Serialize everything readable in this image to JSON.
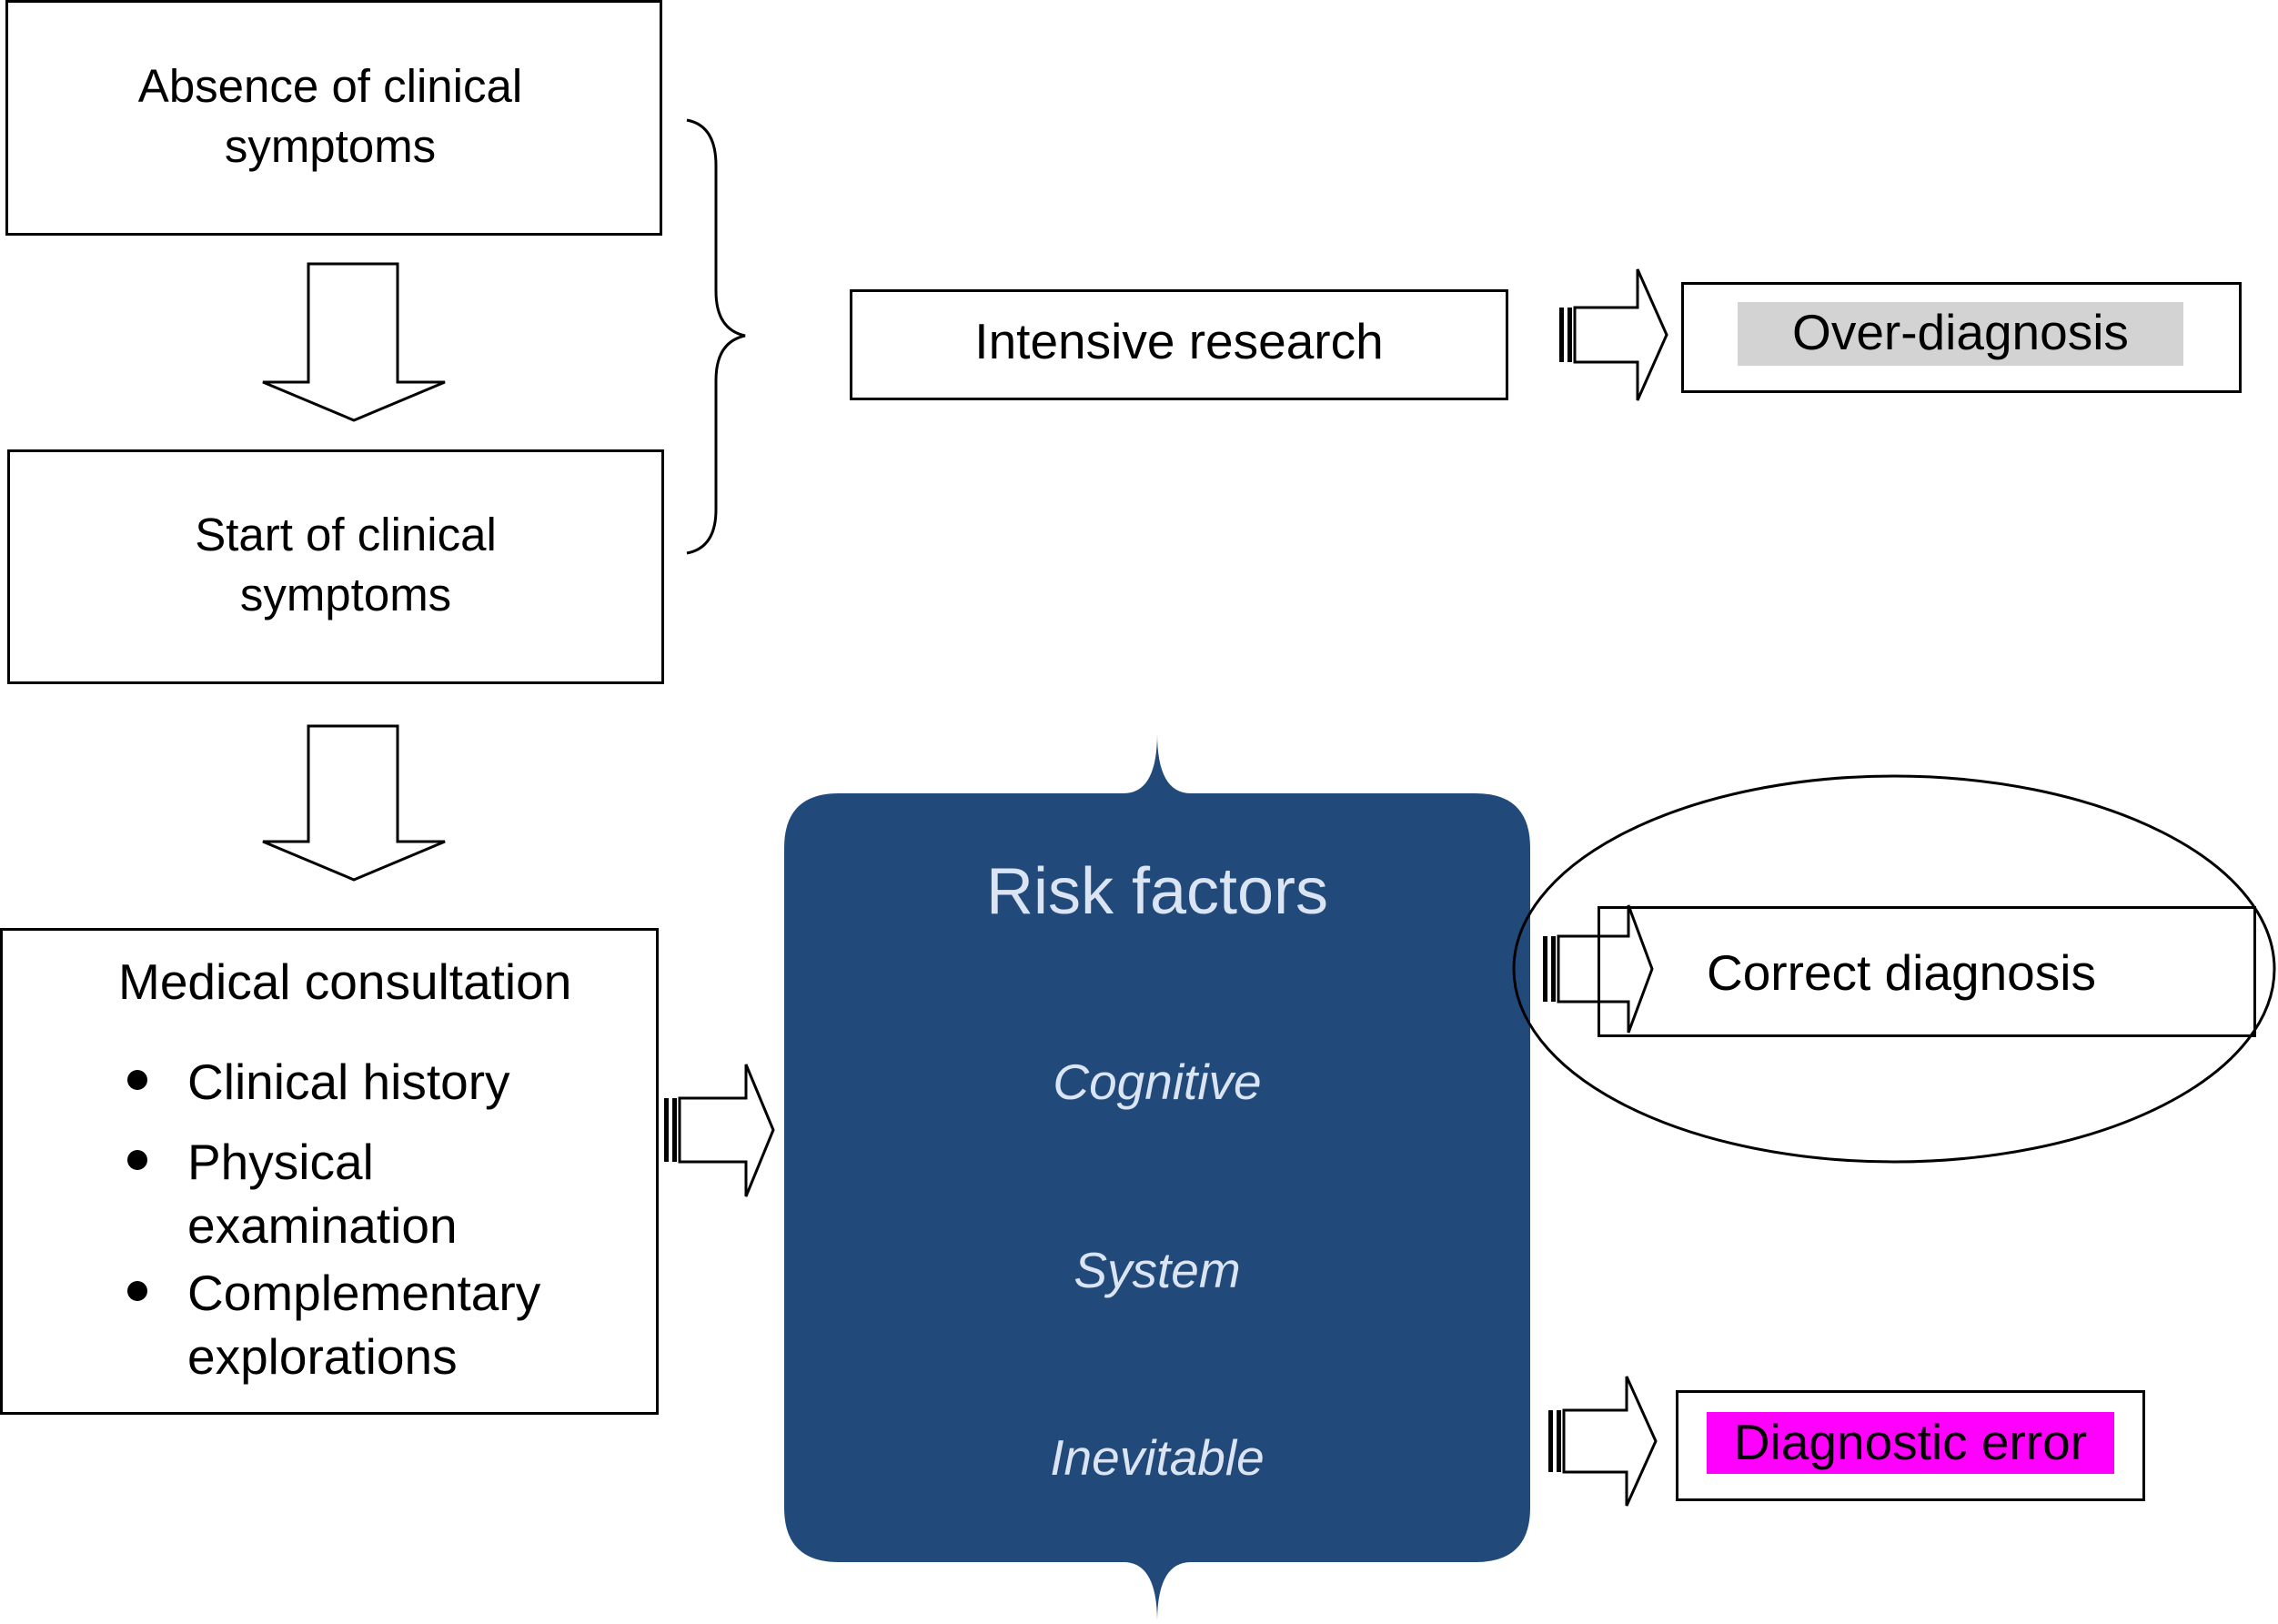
{
  "colors": {
    "risk_panel": "#214a7b",
    "risk_text": "#dbe4f2",
    "overdiag_highlight": "#d3d3d3",
    "error_highlight": "#ff00ff"
  },
  "stages": {
    "absence": "Absence of clinical symptoms",
    "start": "Start of clinical symptoms"
  },
  "intensive_research": "Intensive research",
  "over_diagnosis": "Over-diagnosis",
  "consultation": {
    "title": "Medical consultation",
    "items": [
      "Clinical history",
      "Physical examination",
      "Complementary explorations"
    ]
  },
  "risk_factors": {
    "title": "Risk factors",
    "items": [
      "Cognitive",
      "System",
      "Inevitable"
    ]
  },
  "outcomes": {
    "correct": "Correct diagnosis",
    "error": "Diagnostic error"
  }
}
